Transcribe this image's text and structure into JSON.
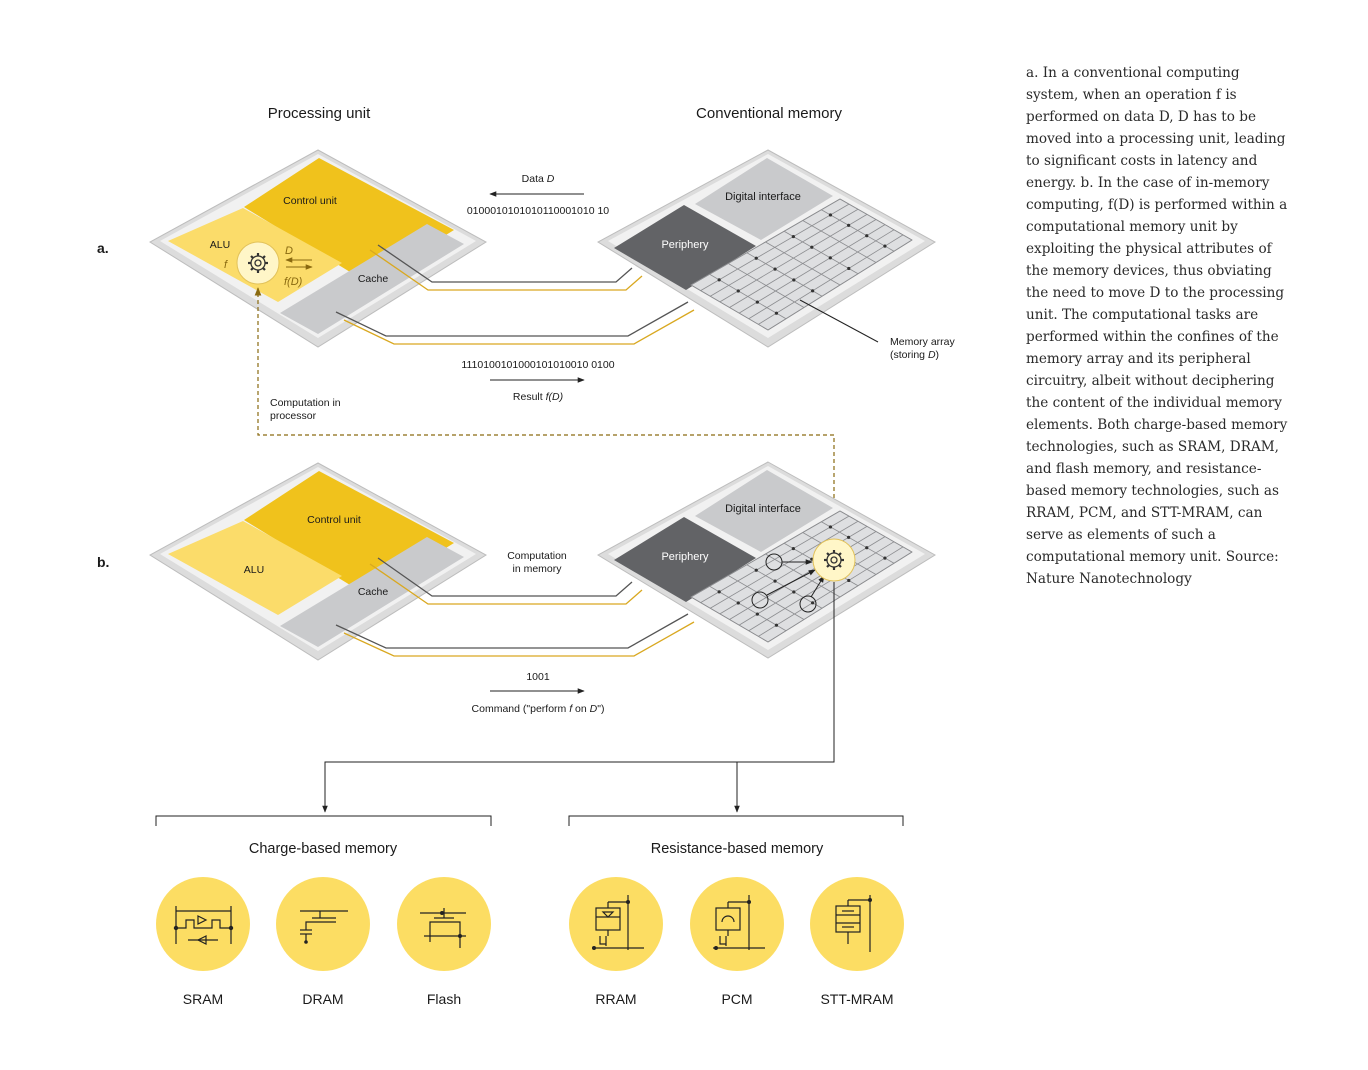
{
  "headings": {
    "processing_unit": "Processing unit",
    "conventional_memory": "Conventional memory"
  },
  "panel_a": {
    "label": "a.",
    "control_unit": "Control unit",
    "alu": "ALU",
    "f": "f",
    "d": "D",
    "fd": "f(D)",
    "cache": "Cache",
    "periphery": "Periphery",
    "digital_interface": "Digital interface",
    "data_label_prefix": "Data ",
    "data_label_var": "D",
    "data_bits": "0100010101010110001010 10",
    "result_bits": "1110100101000101010010 0100",
    "result_label_prefix": "Result ",
    "result_label_var": "f(D)",
    "memory_array_line1": "Memory array",
    "memory_array_line2_prefix": "(storing ",
    "memory_array_line2_var": "D",
    "memory_array_line2_suffix": ")",
    "computation_line1": "Computation in",
    "computation_line2": "processor"
  },
  "panel_b": {
    "label": "b.",
    "control_unit": "Control unit",
    "alu": "ALU",
    "cache": "Cache",
    "periphery": "Periphery",
    "digital_interface": "Digital interface",
    "computation_line1": "Computation",
    "computation_line2": "in memory",
    "command_bits": "1001",
    "command_prefix": "Command (\"perform ",
    "command_f": "f",
    "command_mid": " on ",
    "command_d": "D",
    "command_suffix": "\")"
  },
  "categories": {
    "charge": "Charge-based memory",
    "resistance": "Resistance-based memory"
  },
  "devices": [
    {
      "label": "SRAM",
      "icon": "sram-circuit-icon"
    },
    {
      "label": "DRAM",
      "icon": "dram-circuit-icon"
    },
    {
      "label": "Flash",
      "icon": "flash-circuit-icon"
    },
    {
      "label": "RRAM",
      "icon": "rram-circuit-icon"
    },
    {
      "label": "PCM",
      "icon": "pcm-circuit-icon"
    },
    {
      "label": "STT-MRAM",
      "icon": "stt-mram-circuit-icon"
    }
  ],
  "caption": "a. In a conventional computing system, when an operation f is performed on data D, D has to be moved into a processing unit, leading to significant costs in latency and energy. b. In the case of in-memory computing, f(D) is performed within a computational memory unit by exploiting the physical attributes of the memory devices, thus obviating the need to move D to the processing unit. The computational tasks are performed within the confines of the memory array and its peripheral circuitry, albeit without deciphering the content of the individual memory elements. Both charge-based memory technologies, such as SRAM, DRAM, and flash memory, and resistance-based memory technologies, such as RRAM, PCM, and STT-MRAM, can serve as elements of such a computational memory unit. Source: Nature Nanotechnology",
  "colors": {
    "yellow_dark": "#f0c21c",
    "yellow_light": "#fbdc6a",
    "gray_light": "#c9cacc",
    "gray_dark": "#626366",
    "board": "#f1f1f1",
    "wire_gold": "#d9a820",
    "dashed": "#8a6a10",
    "circle_fill": "#fcdd63"
  }
}
